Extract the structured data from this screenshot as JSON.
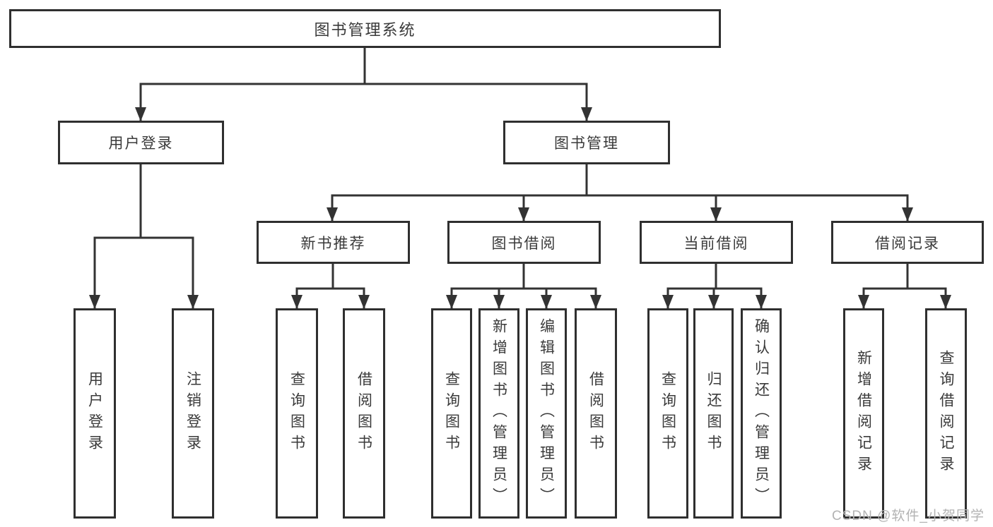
{
  "tree": {
    "root": {
      "label": "图书管理系统"
    },
    "login_branch": {
      "label": "用户登录",
      "children": [
        {
          "label": "用户登录"
        },
        {
          "label": "注销登录"
        }
      ]
    },
    "mgmt_branch": {
      "label": "图书管理",
      "groups": [
        {
          "label": "新书推荐",
          "children": [
            {
              "label": "查询图书"
            },
            {
              "label": "借阅图书"
            }
          ]
        },
        {
          "label": "图书借阅",
          "children": [
            {
              "label": "查询图书"
            },
            {
              "label": "新增图书（管理员）"
            },
            {
              "label": "编辑图书（管理员）"
            },
            {
              "label": "借阅图书"
            }
          ]
        },
        {
          "label": "当前借阅",
          "children": [
            {
              "label": "查询图书"
            },
            {
              "label": "归还图书"
            },
            {
              "label": "确认归还（管理员）"
            }
          ]
        },
        {
          "label": "借阅记录",
          "children": [
            {
              "label": "新增借阅记录"
            },
            {
              "label": "查询借阅记录"
            }
          ]
        }
      ]
    }
  },
  "watermark": {
    "text": "CSDN @软件_小贺同学",
    "color": "#b3b3b3"
  },
  "colors": {
    "line": "#333333",
    "box_border": "#2f2f2f",
    "text": "#3a3a3a",
    "background": "#ffffff"
  }
}
